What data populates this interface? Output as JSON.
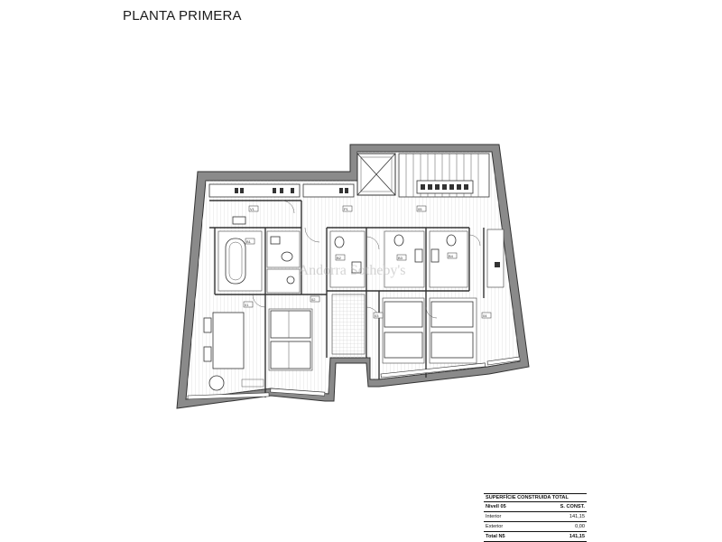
{
  "title": "PLANTA PRIMERA",
  "watermark": "Andorra Sotheby's",
  "table": {
    "header": "SUPERFÍCIE CONSTRUIDA TOTAL",
    "col_level": "Nivell 05",
    "col_value": "S. CONST.",
    "rows": [
      {
        "label": "Interior",
        "value": "141,15"
      },
      {
        "label": "Exterior",
        "value": "0,00"
      }
    ],
    "total_label": "Total N5",
    "total_value": "141,15"
  },
  "room_labels": [
    "01",
    "02",
    "03",
    "04",
    "05",
    "B1",
    "B2",
    "B3",
    "B4",
    "V1",
    "P1"
  ]
}
